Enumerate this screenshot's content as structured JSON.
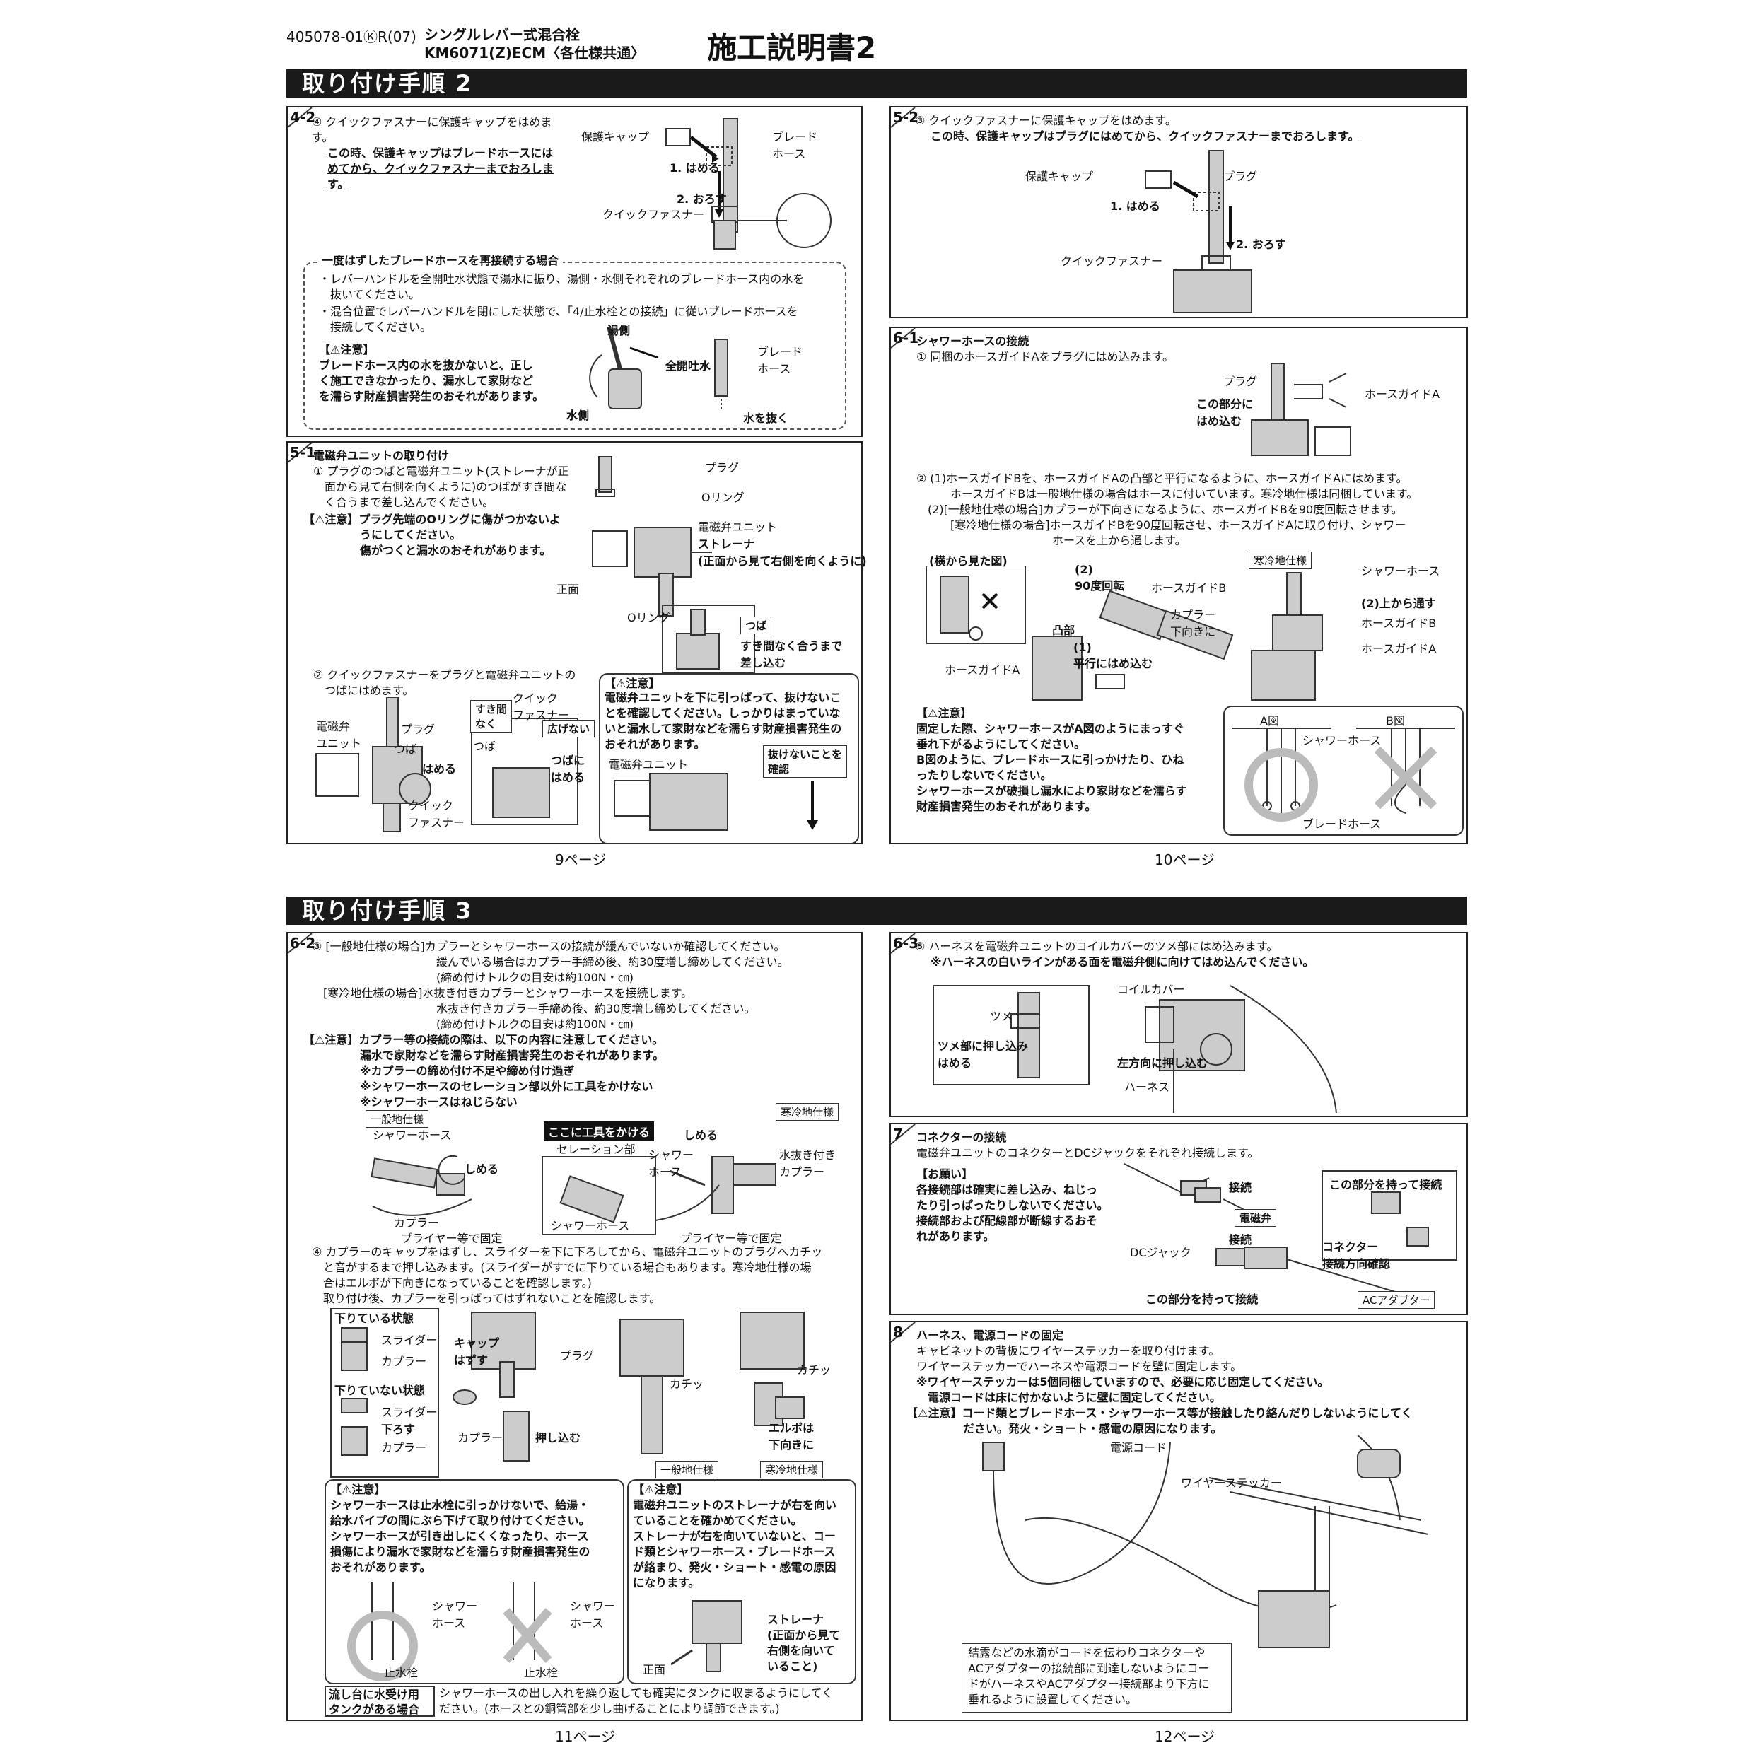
{
  "header": {
    "code": "405078-01ⓀR(07)",
    "product_line1": "シングルレバー式混合栓",
    "product_line2": "KM6071(Z)ECM〈各仕様共通〉",
    "title": "施工説明書2"
  },
  "band1": "取り付け手順 2",
  "band2": "取り付け手順 3",
  "p4_2": {
    "num": "4-2",
    "text1": "④ クイックファスナーに保護キャップをはめます。",
    "text2": "この時、保護キャップはブレードホースにはめてから、クイックファスナーまでおろします。",
    "lbl_cap": "保護キャップ",
    "lbl_hose": "ブレード\nホース",
    "lbl_step1": "1. はめる",
    "lbl_step2": "2. おろす",
    "lbl_qf": "クイックファスナー",
    "dash_title": "一度はずしたブレードホースを再接続する場合",
    "dash_b1": "・レバーハンドルを全開吐水状態で湯水に振り、湯側・水側それぞれのブレードホース内の水を\n　抜いてください。",
    "dash_b2": "・混合位置でレバーハンドルを閉にした状態で、「4/止水栓との接続」に従いブレードホースを\n　接続してください。",
    "caution_head": "【⚠注意】",
    "caution_body": "ブレードホース内の水を抜かないと、正し\nく施工できなかったり、漏水して家財など\nを濡らす財産損害発生のおそれがあります。",
    "lbl_hot": "湯側",
    "lbl_full": "全開吐水",
    "lbl_cold": "水側",
    "lbl_hose2": "ブレード\nホース",
    "lbl_drain": "水を抜く"
  },
  "p5_1": {
    "num": "5-1",
    "title": "電磁弁ユニットの取り付け",
    "t1": "① プラグのつばと電磁弁ユニット(ストレーナが正\n　面から見て右側を向くように)のつばがすき間な\n　く合うまで差し込んでください。",
    "c1": "【⚠注意】プラグ先端のOリングに傷がつかないよ\n　　　　　うにしてください。\n　　　　　傷がつくと漏水のおそれがあります。",
    "lbl_plug": "プラグ",
    "lbl_oring": "Oリング",
    "lbl_unit": "電磁弁ユニット",
    "lbl_strainer": "ストレーナ\n(正面から見て右側を向くように)",
    "lbl_front": "正面",
    "lbl_oring2": "Oリング",
    "lbl_tsuba": "つば",
    "lbl_insert": "すき間なく合うまで\n差し込む",
    "t2": "② クイックファスナーをプラグと電磁弁ユニットの\n　つばにはめます。",
    "lbl_unit2": "電磁弁\nユニット",
    "lbl_plug2": "プラグ",
    "lbl_tsuba2": "つば",
    "lbl_hameru": "はめる",
    "lbl_qf2": "クイック\nファスナー",
    "lbl_nogap": "すき間\nなく",
    "lbl_qf3": "クイック\nファスナー",
    "lbl_nospread": "広げない",
    "lbl_tsuba3": "つば",
    "lbl_tsubani": "つばに\nはめる",
    "caution2_head": "【⚠注意】",
    "caution2_body": "電磁弁ユニットを下に引っぱって、抜けないこ\nとを確認してください。しっかりはまっていな\nいと漏水して家財などを濡らす財産損害発生の\nおそれがあります。",
    "lbl_unit3": "電磁弁ユニット",
    "lbl_check": "抜けないことを\n確認"
  },
  "p5_2": {
    "num": "5-2",
    "text1": "③ クイックファスナーに保護キャップをはめます。",
    "text2": "この時、保護キャップはプラグにはめてから、クイックファスナーまでおろします。",
    "lbl_cap": "保護キャップ",
    "lbl_plug": "プラグ",
    "lbl_step1": "1. はめる",
    "lbl_step2": "2. おろす",
    "lbl_qf": "クイックファスナー"
  },
  "p6_1": {
    "num": "6-1",
    "title": "シャワーホースの接続",
    "t1": "① 同梱のホースガイドAをプラグにはめ込みます。",
    "lbl_plug": "プラグ",
    "lbl_part": "この部分に\nはめ込む",
    "lbl_guideA": "ホースガイドA",
    "t2": "② (1)ホースガイドBを、ホースガイドAの凸部と平行になるように、ホースガイドAにはめます。\n　　　ホースガイドBは一般地仕様の場合はホースに付いています。寒冷地仕様は同梱しています。\n　(2)[一般地仕様の場合]カプラーが下向きになるように、ホースガイドBを90度回転させます。\n　　　[寒冷地仕様の場合]ホースガイドBを90度回転させ、ホースガイドAに取り付け、シャワー\n　　　　　　　　　　　　ホースを上から通します。",
    "lbl_side": "(横から見た図)",
    "lbl_rot": "(2)\n90度回転",
    "lbl_guideB": "ホースガイドB",
    "lbl_coupler": "カプラー\n下向きに",
    "lbl_convex": "凸部",
    "lbl_parallel": "(1)\n平行にはめ込む",
    "lbl_guideA2": "ホースガイドA",
    "lbl_cold": "寒冷地仕様",
    "lbl_shower": "シャワーホース",
    "lbl_from_top": "(2)上から通す",
    "lbl_guideB2": "ホースガイドB",
    "lbl_guideA3": "ホースガイドA",
    "caution_head": "【⚠注意】",
    "caution_body": "固定した際、シャワーホースがA図のようにまっすぐ\n垂れ下がるようにしてください。\nB図のように、ブレードホースに引っかけたり、ひね\nったりしないでください。\nシャワーホースが破損し漏水により家財などを濡らす\n財産損害発生のおそれがあります。",
    "lbl_figA": "A図",
    "lbl_figB": "B図",
    "lbl_showerhose": "シャワーホース",
    "lbl_braided": "ブレードホース"
  },
  "page9": "9ページ",
  "page10": "10ページ",
  "p6_2": {
    "num": "6-2",
    "t1": "③ [一般地仕様の場合]カプラーとシャワーホースの接続が緩んでいないか確認してください。\n　　　　　　　　　　　緩んでいる場合はカプラー手締め後、約30度増し締めしてください。\n　　　　　　　　　　　(締め付けトルクの目安は約100N・㎝)\n　[寒冷地仕様の場合]水抜き付きカプラーとシャワーホースを接続します。\n　　　　　　　　　　　水抜き付きカプラー手締め後、約30度増し締めしてください。\n　　　　　　　　　　　(締め付けトルクの目安は約100N・㎝)",
    "c1": "【⚠注意】カプラー等の接続の際は、以下の内容に注意してください。\n　　　　　漏水で家財などを濡らす財産損害発生のおそれがあります。\n　　　　　※カプラーの締め付け不足や締め付け過ぎ\n　　　　　※シャワーホースのセレーション部以外に工具をかけない\n　　　　　※シャワーホースはねじらない",
    "lbl_general": "一般地仕様",
    "lbl_shower": "シャワーホース",
    "lbl_tighten": "しめる",
    "lbl_coupler": "カプラー",
    "lbl_plier": "プライヤー等で固定",
    "lbl_tool": "ここに工具をかける",
    "lbl_serration": "セレーション部",
    "lbl_shower2": "シャワーホース",
    "lbl_cold": "寒冷地仕様",
    "lbl_tighten2": "しめる",
    "lbl_shower3": "シャワー\nホース",
    "lbl_drain_coupler": "水抜き付き\nカプラー",
    "lbl_plier2": "プライヤー等で固定",
    "t2": "④ カプラーのキャップをはずし、スライダーを下に下ろしてから、電磁弁ユニットのプラグへカチッ\n　と音がするまで押し込みます。(スライダーがすでに下りている場合もあります。寒冷地仕様の場\n　合はエルボが下向きになっていることを確認します。)\n　取り付け後、カプラーを引っぱってはずれないことを確認します。",
    "lbl_down": "下りている状態",
    "lbl_slider": "スライダー",
    "lbl_coupler2": "カプラー",
    "lbl_notdown": "下りていない状態",
    "lbl_slider2": "スライダー",
    "lbl_lower": "下ろす",
    "lbl_coupler3": "カプラー",
    "lbl_cap_remove": "キャップ\nはずす",
    "lbl_plug": "プラグ",
    "lbl_coupler4": "カプラー",
    "lbl_push": "押し込む",
    "lbl_click1": "カチッ",
    "lbl_click2": "カチッ",
    "lbl_general2": "一般地仕様",
    "lbl_elbow": "エルボは\n下向きに",
    "lbl_cold2": "寒冷地仕様",
    "cautionL_head": "【⚠注意】",
    "cautionL_body": "シャワーホースは止水栓に引っかけないで、給湯・\n給水パイプの間にぶら下げて取り付けてください。\nシャワーホースが引き出しにくくなったり、ホース\n損傷により漏水で家財などを濡らす財産損害発生の\nおそれがあります。",
    "lbl_sh1": "シャワー\nホース",
    "lbl_sh2": "シャワー\nホース",
    "lbl_stop1": "止水栓",
    "lbl_stop2": "止水栓",
    "cautionR_head": "【⚠注意】",
    "cautionR_body": "電磁弁ユニットのストレーナが右を向い\nていることを確かめてください。\nストレーナが右を向いていないと、コー\nド類とシャワーホース・ブレードホース\nが絡まり、発火・ショート・感電の原因\nになります。",
    "lbl_strainer": "ストレーナ\n(正面から見て\n右側を向いて\nいること)",
    "lbl_front": "正面",
    "tank_label": "流し台に水受け用\nタンクがある場合",
    "tank_text": "シャワーホースの出し入れを繰り返しても確実にタンクに収まるようにしてく\nださい。(ホースとの銅管部を少し曲げることにより調節できます。)"
  },
  "p6_3": {
    "num": "6-3",
    "t1": "⑤ ハーネスを電磁弁ユニットのコイルカバーのツメ部にはめ込みます。",
    "t2": "※ハーネスの白いラインがある面を電磁弁側に向けてはめ込んでください。",
    "lbl_tsume": "ツメ",
    "lbl_push": "ツメ部に押し込み\nはめる",
    "lbl_coil": "コイルカバー",
    "lbl_left": "左方向に押し込む",
    "lbl_harness": "ハーネス"
  },
  "p7": {
    "num": "7",
    "title": "コネクターの接続",
    "t1": "電磁弁ユニットのコネクターとDCジャックをそれぞれ接続します。",
    "req_head": "【お願い】",
    "req_body": "各接続部は確実に差し込み、ねじっ\nたり引っぱったりしないでください。\n接続部および配線部が断線するおそ\nれがあります。",
    "lbl_conn1": "接続",
    "lbl_valve": "電磁弁",
    "lbl_conn2": "接続",
    "lbl_dc": "DCジャック",
    "lbl_hold": "この部分を持って接続",
    "lbl_hold2": "この部分を持って接続",
    "lbl_dir": "コネクター\n接続方向確認",
    "lbl_ac": "ACアダプター"
  },
  "p8": {
    "num": "8",
    "title": "ハーネス、電源コードの固定",
    "t1": "キャビネットの背板にワイヤーステッカーを取り付けます。\nワイヤーステッカーでハーネスや電源コードを壁に固定します。",
    "t2": "※ワイヤーステッカーは5個同梱していますので、必要に応じ固定してください。\n　電源コードは床に付かないように壁に固定してください。",
    "c1": "【⚠注意】コード類とブレードホース・シャワーホース等が接触したり絡んだりしないようにしてく\n　　　　　ださい。発火・ショート・感電の原因になります。",
    "lbl_power": "電源コード",
    "lbl_sticker": "ワイヤーステッカー",
    "note": "結露などの水滴がコードを伝わりコネクターや\nACアダプターの接続部に到達しないようにコー\nドがハーネスやACアダプター接続部より下方に\n垂れるように設置してください。"
  },
  "page11": "11ページ",
  "page12": "12ページ"
}
